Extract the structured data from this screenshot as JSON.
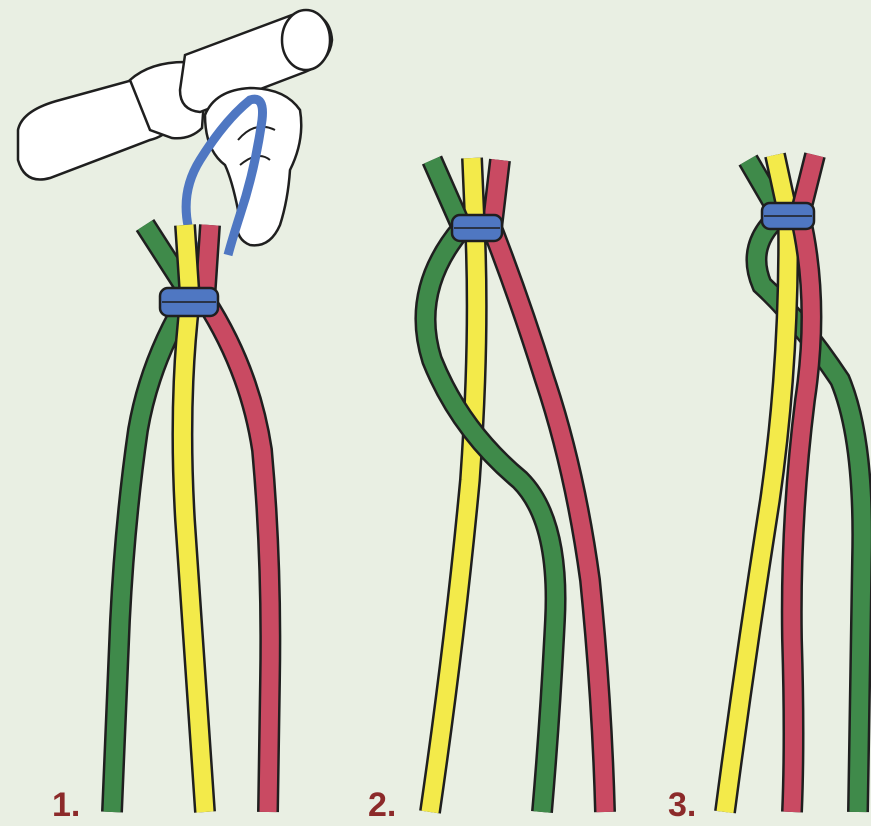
{
  "steps": [
    {
      "label": "1."
    },
    {
      "label": "2."
    },
    {
      "label": "3."
    }
  ],
  "colors": {
    "background": "#e9efe3",
    "label": "#8c2a2a",
    "outline": "#1f1f1f",
    "green": "#3f8a4a",
    "yellow": "#f3ea4a",
    "red": "#c94a62",
    "band": "#4f77c2",
    "holder": "#ffffff"
  }
}
